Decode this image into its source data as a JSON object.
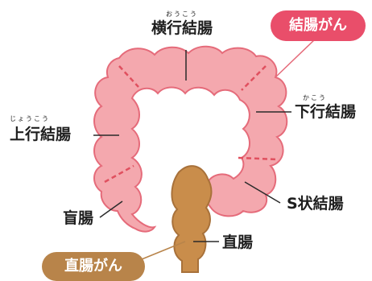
{
  "colors": {
    "colon_fill": "#f4a8ae",
    "colon_stroke": "#e56b7a",
    "section_divider": "#e0505f",
    "rectum_fill": "#c98d4b",
    "rectum_stroke": "#a8713a",
    "colon_cancer_badge": "#e94e6a",
    "rectal_cancer_badge": "#b8844a",
    "leader_line": "#2a2a2a"
  },
  "labels": {
    "transverse_colon": {
      "text": "横行結腸",
      "ruby": "おうこう"
    },
    "ascending_colon": {
      "text": "上行結腸",
      "ruby": "じょうこう"
    },
    "descending_colon": {
      "text": "下行結腸",
      "ruby": "かこう"
    },
    "cecum": {
      "text": "盲腸"
    },
    "sigmoid_colon": {
      "text": "S状結腸"
    },
    "rectum": {
      "text": "直腸"
    }
  },
  "badges": {
    "colon_cancer": "結腸がん",
    "rectal_cancer": "直腸がん"
  }
}
